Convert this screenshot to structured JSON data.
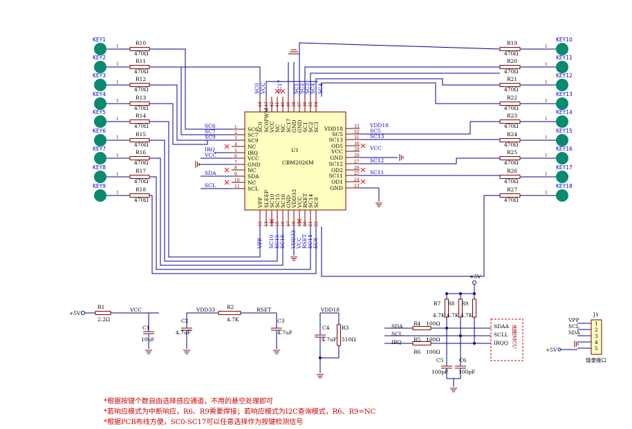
{
  "ic": {
    "ref": "U1",
    "part": "CBM2026M"
  },
  "keys_left": [
    "KEY1",
    "KEY2",
    "KEY3",
    "KEY4",
    "KEY5",
    "KEY6",
    "KEY7",
    "KEY8",
    "KEY9"
  ],
  "keys_right": [
    "KEY10",
    "KEY11",
    "KEY12",
    "KEY13",
    "KEY14",
    "KEY15",
    "KEY16",
    "KEY17",
    "KEY18"
  ],
  "res_left": [
    "R10",
    "R11",
    "R12",
    "R13",
    "R14",
    "R15",
    "R16",
    "R17",
    "R18"
  ],
  "res_right": [
    "R19",
    "R20",
    "R21",
    "R22",
    "R23",
    "R24",
    "R25",
    "R26",
    "R27"
  ],
  "res_value": "470Ω",
  "pin_one": "1",
  "left_pins": [
    {
      "no": "1",
      "name": "SC6",
      "net": "SC6"
    },
    {
      "no": "2",
      "name": "SC7",
      "net": "SC7"
    },
    {
      "no": "3",
      "name": "SC9",
      "net": "SC9"
    },
    {
      "no": "4",
      "name": "NC",
      "net": ""
    },
    {
      "no": "5",
      "name": "IRQ",
      "net": "IRQ"
    },
    {
      "no": "6",
      "name": "VCC",
      "net": "VCC"
    },
    {
      "no": "7",
      "name": "GND",
      "net": ""
    },
    {
      "no": "8",
      "name": "NC",
      "net": ""
    },
    {
      "no": "9",
      "name": "SDA",
      "net": "SDA"
    },
    {
      "no": "10",
      "name": "NC",
      "net": ""
    },
    {
      "no": "11",
      "name": "SCL",
      "net": "SCL"
    }
  ],
  "right_pins": [
    {
      "no": "33",
      "name": "VDD18",
      "net": "VDD18"
    },
    {
      "no": "32",
      "name": "SC5",
      "net": "SC5"
    },
    {
      "no": "31",
      "name": "SC13",
      "net": "SC13"
    },
    {
      "no": "30",
      "name": "OD5",
      "net": ""
    },
    {
      "no": "29",
      "name": "VCC",
      "net": "VCC"
    },
    {
      "no": "28",
      "name": "GND",
      "net": ""
    },
    {
      "no": "27",
      "name": "SC12",
      "net": "SC12"
    },
    {
      "no": "26",
      "name": "OD2",
      "net": ""
    },
    {
      "no": "25",
      "name": "SC11",
      "net": "SC11"
    },
    {
      "no": "24",
      "name": "OD1",
      "net": ""
    },
    {
      "no": "23",
      "name": "GND",
      "net": ""
    }
  ],
  "top_pins": [
    {
      "no": "44",
      "name": "SC0",
      "net": "SC0"
    },
    {
      "no": "43",
      "name": "SC0PWM",
      "net": "VCC"
    },
    {
      "no": "42",
      "name": "VCC",
      "net": ""
    },
    {
      "no": "41",
      "name": "NC",
      "net": ""
    },
    {
      "no": "40",
      "name": "NC",
      "net": "SC17"
    },
    {
      "no": "39",
      "name": "SC17",
      "net": ""
    },
    {
      "no": "38",
      "name": "GND",
      "net": ""
    },
    {
      "no": "37",
      "name": "GND",
      "net": "SC1"
    },
    {
      "no": "36",
      "name": "SC1",
      "net": "SC2"
    },
    {
      "no": "35",
      "name": "SC2",
      "net": "SC3"
    },
    {
      "no": "34",
      "name": "SC3",
      "net": "SC4"
    }
  ],
  "top_pin4": "SC4",
  "bottom_pins": [
    {
      "no": "12",
      "name": "VPP",
      "net": "VPP"
    },
    {
      "no": "13",
      "name": "SLEEP",
      "net": ""
    },
    {
      "no": "14",
      "name": "SC10",
      "net": "SC10"
    },
    {
      "no": "15",
      "name": "SC15",
      "net": "SC15"
    },
    {
      "no": "16",
      "name": "SC16",
      "net": "SC16"
    },
    {
      "no": "17",
      "name": "GND",
      "net": ""
    },
    {
      "no": "18",
      "name": "VDD33",
      "net": "VDD33"
    },
    {
      "no": "19",
      "name": "VCC",
      "net": "VCC"
    },
    {
      "no": "20",
      "name": "RSET",
      "net": "RSET"
    },
    {
      "no": "21",
      "name": "SC14",
      "net": "SC14"
    },
    {
      "no": "22",
      "name": "SC8",
      "net": "SC8"
    }
  ],
  "power": {
    "plus5v": "+5V",
    "r1": "R1",
    "r1_val": "2.2Ω",
    "vcc": "VCC",
    "c1": "C1",
    "c1_val": "10uF",
    "vdd33": "VDD33",
    "r2": "R2",
    "r2_val": "4.7K",
    "rset": "RSET",
    "c2": "C2",
    "c2_val": "4.7uF",
    "c3": "C3",
    "c3_val": "4.7uF",
    "vdd18": "VDD18",
    "c4": "C4",
    "c4_val": "4.7uF",
    "r3": "R3",
    "r3_val": "510Ω"
  },
  "mcu": {
    "plus5v": "+5V",
    "r7": "R7",
    "r8": "R8",
    "r9": "R9",
    "pullup_val": "4.7K",
    "sda": "SDA",
    "scl": "SCL",
    "irq": "IRQ",
    "r4": "R4",
    "r5": "R5",
    "r6": "R6",
    "series_val": "100Ω",
    "c5": "C5",
    "c6": "C6",
    "cap_val": "100pF",
    "sdaa": "SDAA",
    "scll": "SCLL",
    "irqq": "IRQQ",
    "connect_label": "连接MCU"
  },
  "j1": {
    "ref": "J1",
    "pins": [
      "1",
      "2",
      "3",
      "4",
      "5"
    ],
    "nets": [
      "VPP",
      "SCL",
      "SDA"
    ],
    "plus5v": "+5V",
    "label": "烧录接口"
  },
  "notes": [
    "*根据按键个数自由选择感应通道，不用的悬空处理即可",
    "*若响应模式为中断响应，R6、R9需要焊接；若响应模式为I2C查询模式，R6、R9=NC",
    "*根据PCB布线方便，SC0-SC17可以任意选择作为按键检测信号"
  ]
}
